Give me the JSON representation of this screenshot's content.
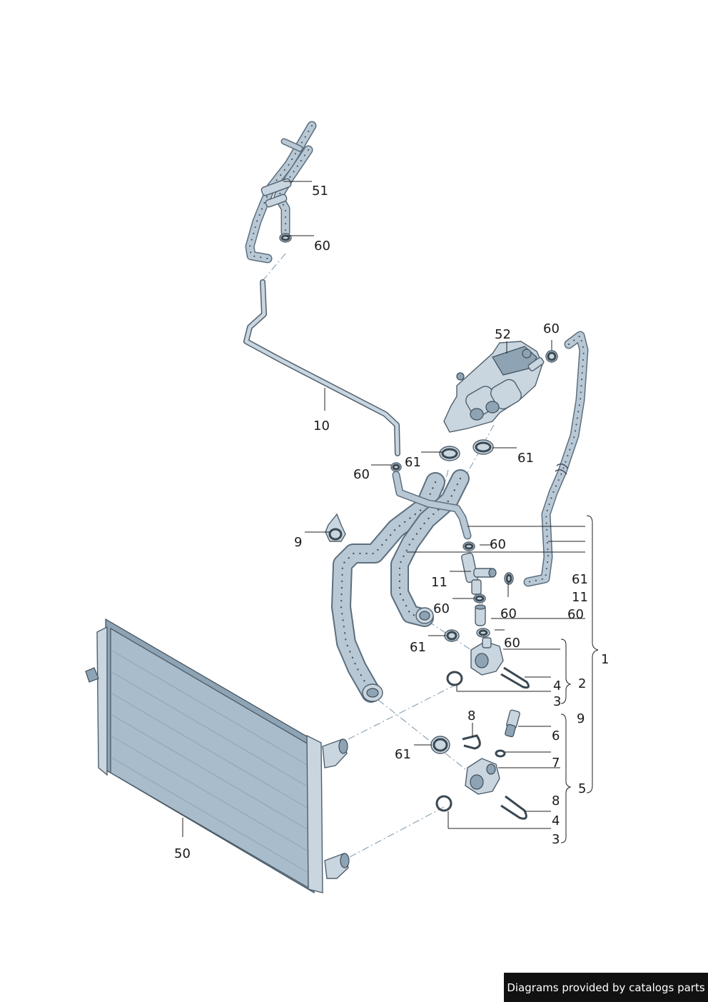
{
  "labels": {
    "l51": "51",
    "l60a": "60",
    "l52": "52",
    "l60b": "60",
    "l10": "10",
    "l61a": "61",
    "l61b": "61",
    "l60c": "60",
    "l9a": "9",
    "l60d": "60",
    "l11a": "11",
    "l61c": "61",
    "l11b": "11",
    "l60e": "60",
    "l60f": "60",
    "l60g": "60",
    "l61d": "61",
    "l60h": "60",
    "l1": "1",
    "l4a": "4",
    "l2": "2",
    "l3a": "3",
    "l8a": "8",
    "l6": "6",
    "l9b": "9",
    "l61e": "61",
    "l7": "7",
    "l5": "5",
    "l8b": "8",
    "l4b": "4",
    "l3b": "3",
    "l50": "50"
  },
  "footer": {
    "text": "Diagrams provided by catalogs parts"
  },
  "colors": {
    "part_fill": "#b9c8d5",
    "part_stroke": "#5c6f7e",
    "footer_bg": "#111111"
  }
}
